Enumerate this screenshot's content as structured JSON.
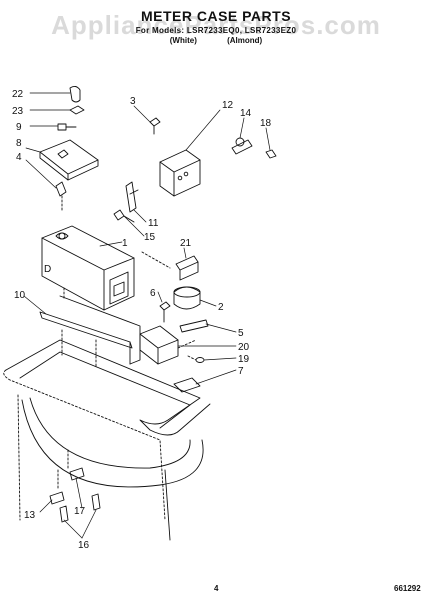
{
  "header": {
    "watermark": "AppliancePartsPros.com",
    "title": "METER CASE PARTS",
    "models": "For Models: LSR7233EQ0, LSR7233EZ0",
    "variant_white": "(White)",
    "variant_almond": "(Almond)"
  },
  "callouts": {
    "c1": "1",
    "c2": "2",
    "c3": "3",
    "c4": "4",
    "c5": "5",
    "c6": "6",
    "c7": "7",
    "c8": "8",
    "c9": "9",
    "c10": "10",
    "c11": "11",
    "c12": "12",
    "c13": "13",
    "c14": "14",
    "c15": "15",
    "c16": "16",
    "c17": "17",
    "c18": "18",
    "c19": "19",
    "c20": "20",
    "c21": "21",
    "c22": "22",
    "c23": "23",
    "c16b": "16"
  },
  "footer": {
    "page_number": "4",
    "doc_number": "661292"
  },
  "colors": {
    "ink": "#111111",
    "watermark": "#969696"
  }
}
